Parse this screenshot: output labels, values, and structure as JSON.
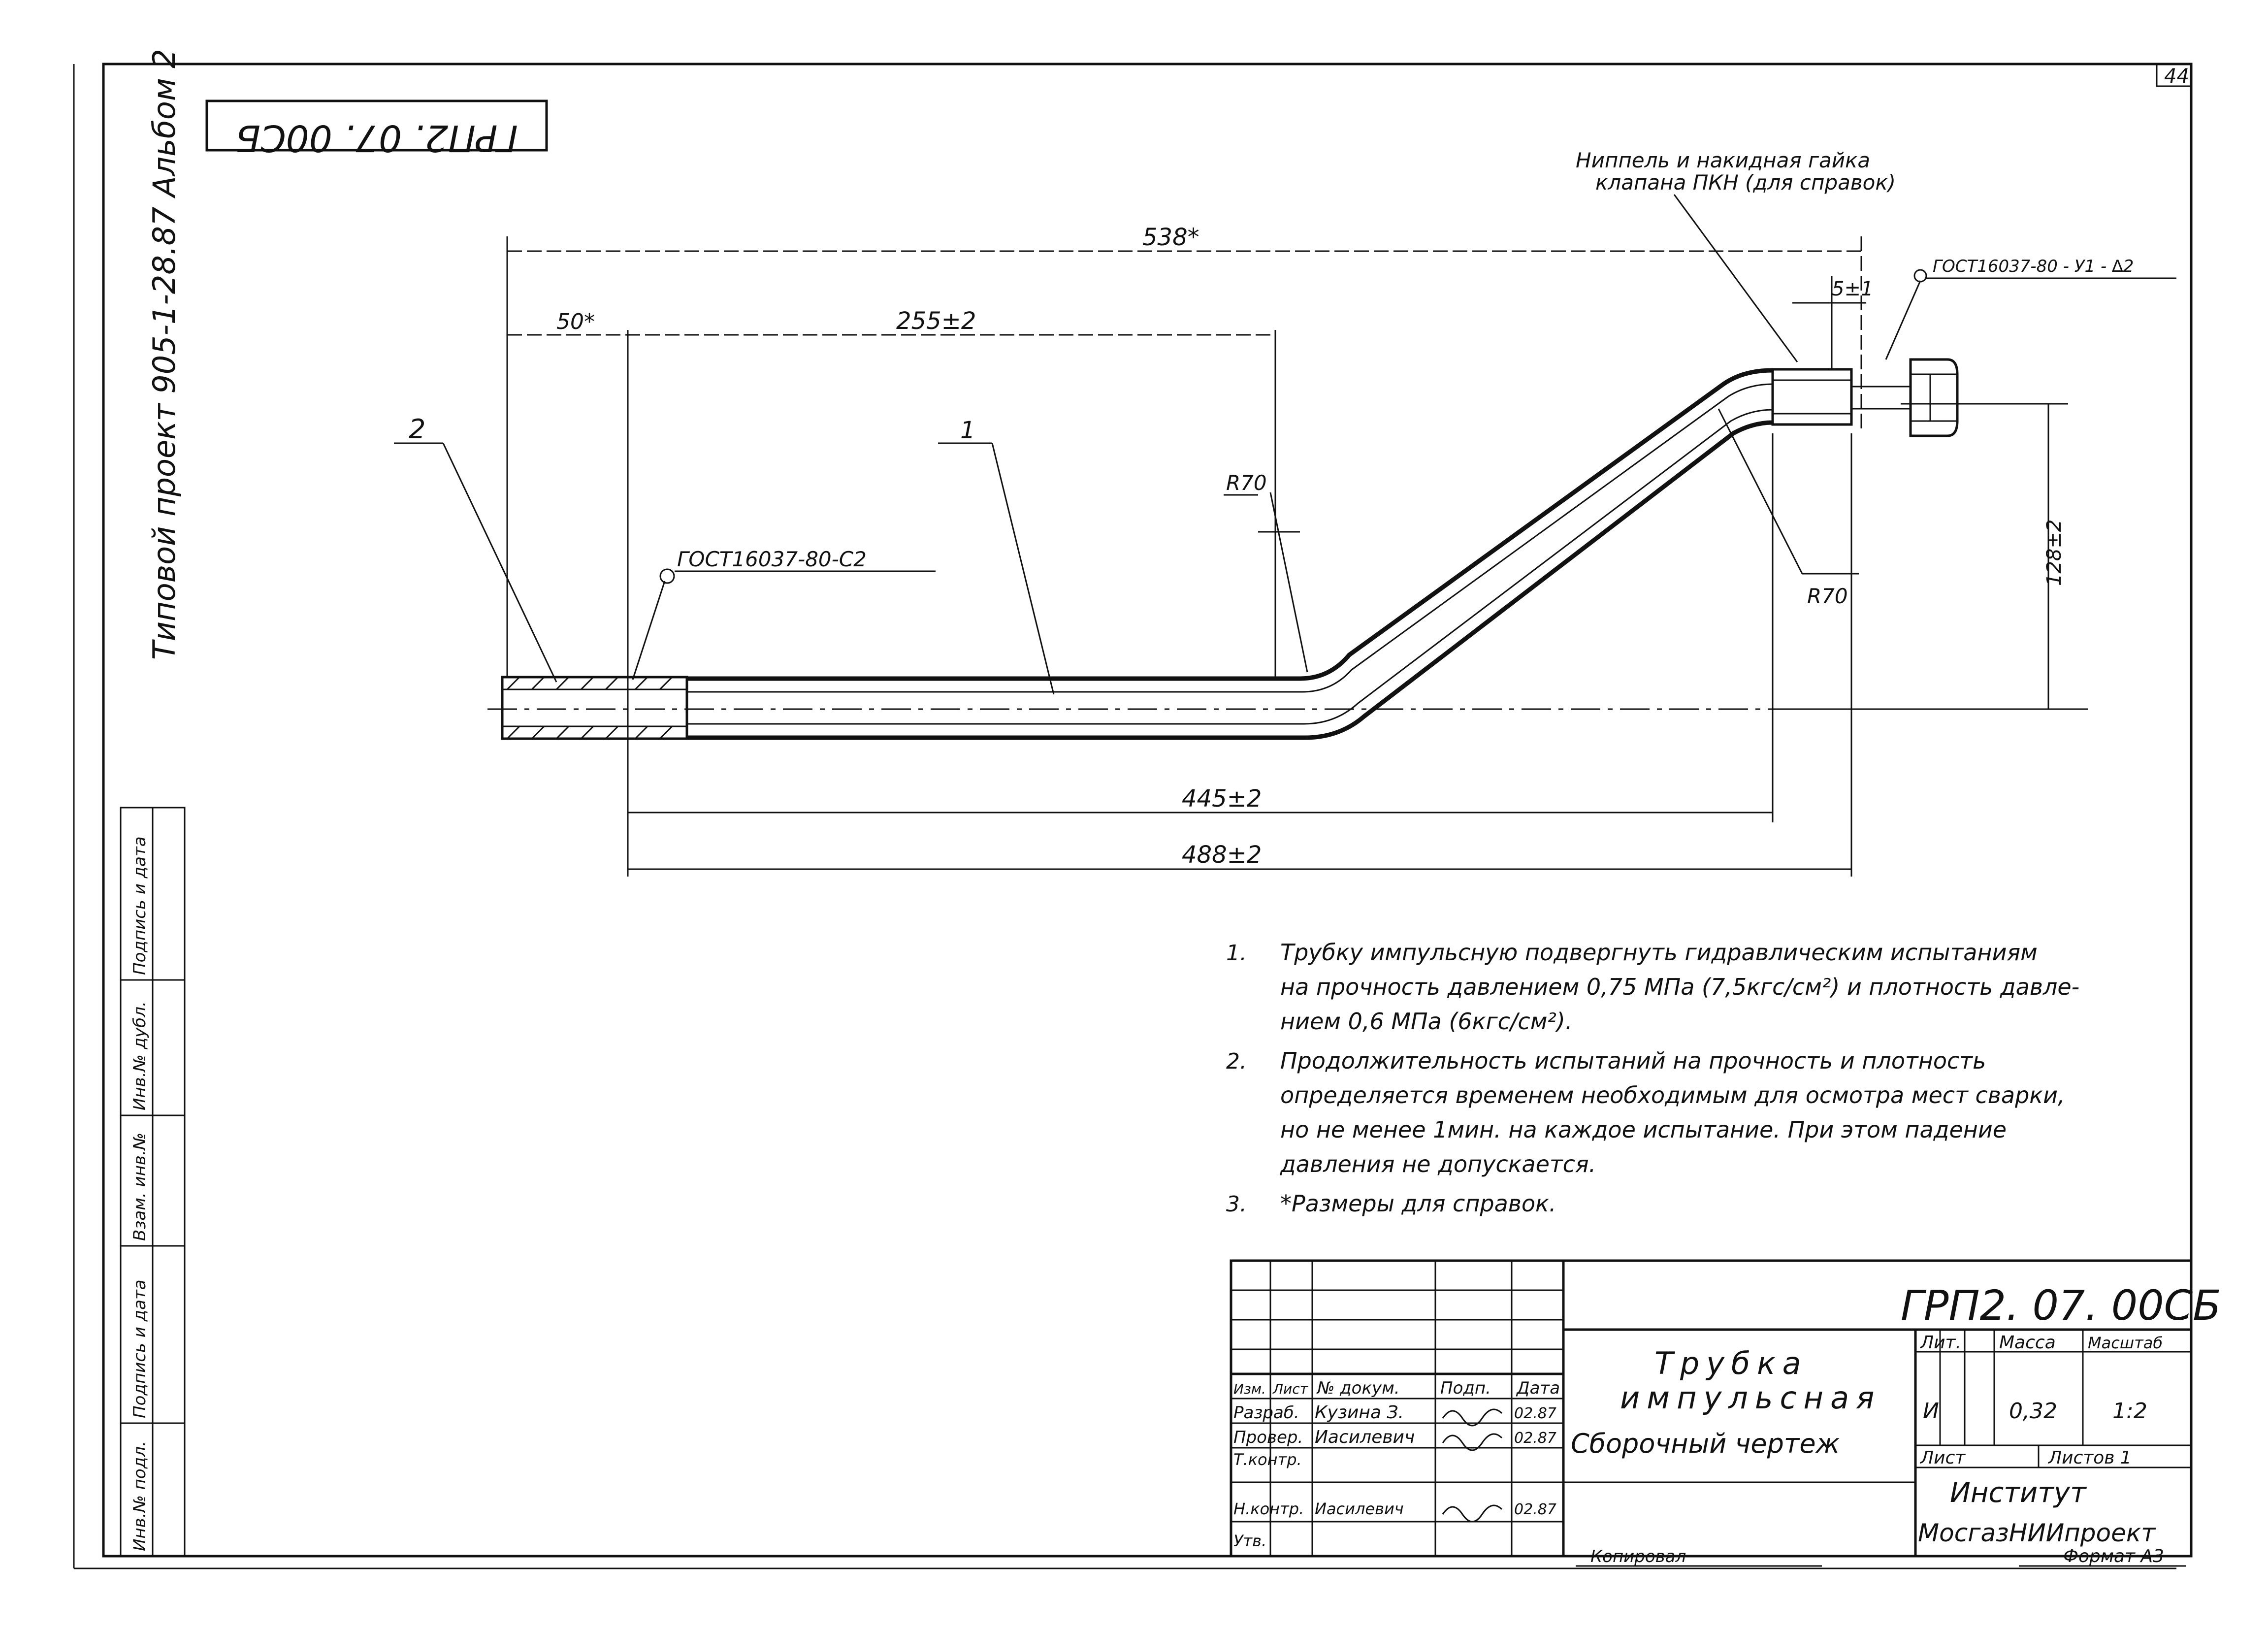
{
  "page_number": "44",
  "drawing_code_rotated": "ГРП2. 07. 00СБ",
  "album_label": "Типовой проект 905-1-28.87 Альбом 2",
  "callouts": {
    "nipple_line1": "Ниппель и накидная гайка",
    "nipple_line2": "клапана ПКН (для справок)",
    "gost_right": "ГОСТ16037-80 - У1 - ∆2",
    "gost_left": "ГОСТ16037-80-С2",
    "part2": "2",
    "part1": "1"
  },
  "dimensions": {
    "overall": "538*",
    "left_offset": "50*",
    "straight": "255±2",
    "gap": "5±1",
    "bend_radius_1": "R70",
    "bend_radius_2": "R70",
    "rise": "128±2",
    "lower_1": "445±2",
    "lower_2": "488±2"
  },
  "notes": [
    {
      "num": "1.",
      "lines": [
        "Трубку импульсную подвергнуть гидравлическим испытаниям",
        "на прочность давлением 0,75 МПа (7,5кгс/см²) и плотность давле-",
        "нием 0,6 МПа (6кгс/см²)."
      ]
    },
    {
      "num": "2.",
      "lines": [
        "Продолжительность испытаний на прочность и плотность",
        "определяется временем необходимым для осмотра мест сварки,",
        "но не менее 1мин. на каждое испытание. При этом падение",
        "давления не допускается."
      ]
    },
    {
      "num": "3.",
      "lines": [
        "*Размеры для справок."
      ]
    }
  ],
  "title_block": {
    "designation": "ГРП2. 07. 00СБ",
    "name_line1": "Трубка",
    "name_line2": "импульсная",
    "name_line3": "Сборочный чертеж",
    "headers": [
      "Изм.",
      "Лист",
      "№ докум.",
      "Подп.",
      "Дата"
    ],
    "rows": [
      [
        "Разраб.",
        "Кузина З.",
        "",
        "02.87"
      ],
      [
        "Провер.",
        "Иасилевич",
        "",
        "02.87"
      ],
      [
        "Т.контр.",
        "",
        "",
        ""
      ],
      [
        "Н.контр.",
        "Иасилевич",
        "",
        "02.87"
      ],
      [
        "Утв.",
        "",
        "",
        ""
      ]
    ],
    "lit_label": "Лит.",
    "mass_label": "Масса",
    "scale_label": "Масштаб",
    "lit_value": "И",
    "mass_value": "0,32",
    "scale_value": "1:2",
    "sheet_label": "Лист",
    "sheets_label": "Листов 1",
    "org_line1": "Институт",
    "org_line2": "МосгазНИИпроект"
  },
  "footer": {
    "copied": "Копировал",
    "format": "Формат А3"
  },
  "side_stamp": [
    "Инв.№ подл.",
    "Подпись и дата",
    "Взам. инв.№",
    "Инв.№ дубл.",
    "Подпись и дата"
  ]
}
